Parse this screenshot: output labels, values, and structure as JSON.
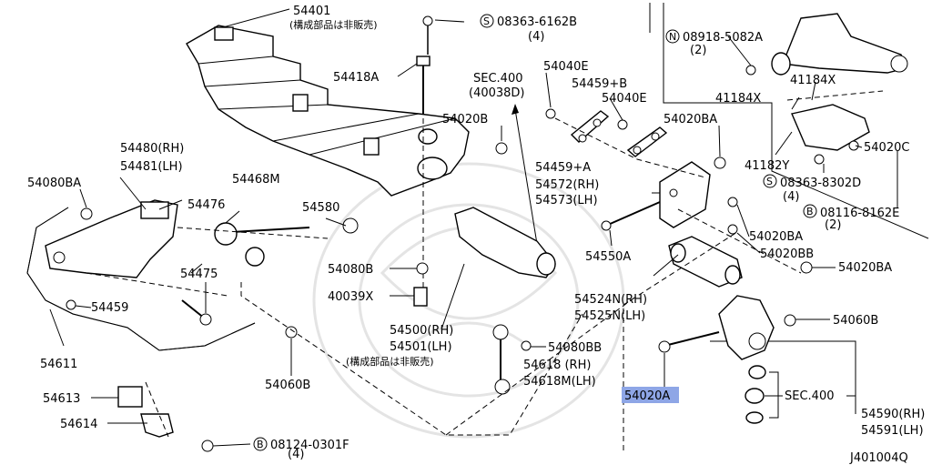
{
  "labels": {
    "p54401": "54401",
    "p54401_note": "(構成部品は非販売)",
    "bolt_s1": "08363-6162B",
    "bolt_s1_qty": "(4)",
    "p54418A": "54418A",
    "sec400a": "SEC.400",
    "sec400a_ref": "(40038D)",
    "p54040E_1": "54040E",
    "p54459B": "54459+B",
    "p54040E_2": "54040E",
    "p54020BA_top": "54020BA",
    "p54020B": "54020B",
    "p54480": "54480(RH)",
    "p54481": "54481(LH)",
    "p54080BA": "54080BA",
    "p54468M": "54468M",
    "p54476": "54476",
    "p54580": "54580",
    "p54459A": "54459+A",
    "p54572": "54572(RH)",
    "p54573": "54573(LH)",
    "p54550A": "54550A",
    "p54020BA_mid": "54020BA",
    "p54020BB": "54020BB",
    "p54080B": "54080B",
    "p54475": "54475",
    "p40039X": "40039X",
    "p54459": "54459",
    "p54500": "54500(RH)",
    "p54501": "54501(LH)",
    "p54501_note": "(構成部品は非販売)",
    "p54080BB": "54080BB",
    "p54611": "54611",
    "p54618": "54618  (RH)",
    "p54618M": "54618M(LH)",
    "p54060B_left": "54060B",
    "p54613": "54613",
    "p54614": "54614",
    "bolt_b1": "08124-0301F",
    "bolt_b1_qty": "(4)",
    "p54524N": "54524N(RH)",
    "p54525N": "54525N(LH)",
    "p54020BA_right": "54020BA",
    "p54060B_right": "54060B",
    "p54020A": "54020A",
    "sec400b": "SEC.400",
    "p54590": "54590(RH)",
    "p54591": "54591(LH)",
    "nut_n1": "08918-5082A",
    "nut_n1_qty": "(2)",
    "p41184X_1": "41184X",
    "p41184X_2": "41184X",
    "p41182Y": "41182Y",
    "p54020C": "54020C",
    "bolt_s2": "08363-8302D",
    "bolt_s2_qty": "(4)",
    "bolt_b2": "08116-8162E",
    "bolt_b2_qty": "(2)",
    "fig_id": "J401004Q",
    "prefix_s": "S",
    "prefix_b": "B",
    "prefix_n": "N"
  },
  "colors": {
    "highlight": "#8ea6e6",
    "ink": "#000000"
  },
  "highlighted_part": "54020A"
}
